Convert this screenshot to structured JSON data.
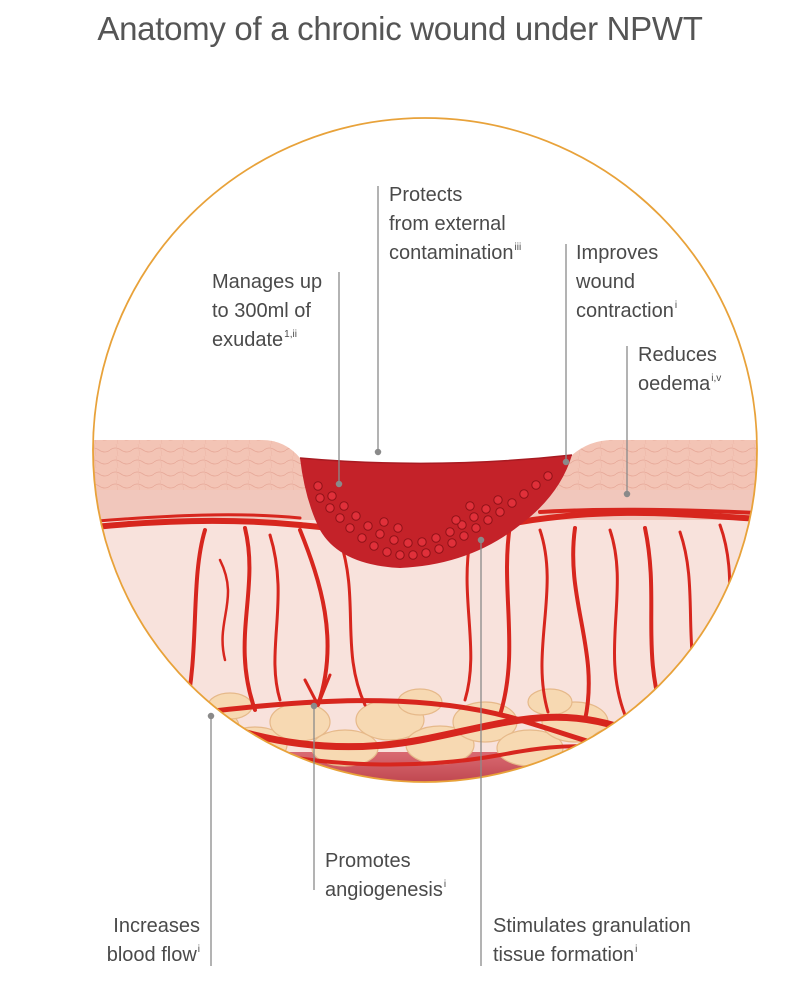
{
  "title": "Anatomy of a chronic wound under NPWT",
  "colors": {
    "ring": "#E8A23A",
    "epidermis": "#F3C3B4",
    "dermis": "#F7E0DA",
    "wound_bed": "#C8222B",
    "vessel": "#D7261E",
    "fat": "#F6D7AE",
    "muscle": "#B5313B",
    "leader_line": "#888888"
  },
  "labels": {
    "protects": {
      "line1": "Protects",
      "line2": "from external",
      "line3": "contamination",
      "sup": "iii"
    },
    "manages": {
      "line1": "Manages up",
      "line2": "to 300ml of",
      "line3": "exudate",
      "sup": "1,ii"
    },
    "improves": {
      "line1": "Improves",
      "line2": "wound",
      "line3": "contraction",
      "sup": "i"
    },
    "reduces": {
      "line1": "Reduces",
      "line2": "oedema",
      "sup": "i,v"
    },
    "promotes": {
      "line1": "Promotes",
      "line2": "angiogenesis",
      "sup": "i"
    },
    "increases": {
      "line1": "Increases",
      "line2": "blood flow",
      "sup": "i"
    },
    "stimulates": {
      "line1": "Stimulates granulation",
      "line2": "tissue formation",
      "sup": "i"
    }
  }
}
